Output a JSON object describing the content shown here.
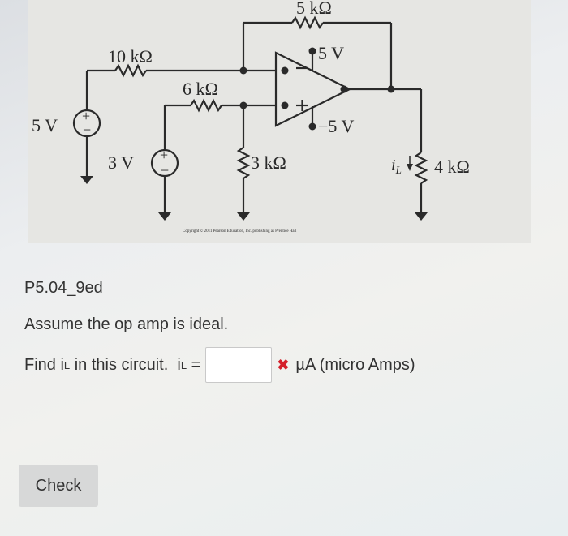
{
  "circuit": {
    "r_feedback": "5 kΩ",
    "r_input_1": "10 kΩ",
    "r_input_2": "6 kΩ",
    "r_ground": "3 kΩ",
    "r_load": "4 kΩ",
    "source_1": "5 V",
    "source_2": "3 V",
    "supply_pos": "5 V",
    "supply_neg": "−5 V",
    "current_label": "i",
    "current_sub": "L",
    "plus_sign": "+",
    "minus_sign": "−",
    "copyright": "Copyright © 2011 Pearson Education, Inc. publishing as Prentice Hall"
  },
  "problem": {
    "id": "P5.04_9ed",
    "assumption": "Assume the op amp is ideal.",
    "find_prefix": "Find i",
    "find_sub": "L",
    "find_middle": " in this circuit.  i",
    "find_sub2": "L",
    "find_equals": " =",
    "answer_value": "",
    "unit": "µA (micro Amps)",
    "status_mark": "✖"
  },
  "check_button": {
    "label": "Check"
  },
  "colors": {
    "error": "#d4202a",
    "button_bg": "#d7d8d8"
  }
}
